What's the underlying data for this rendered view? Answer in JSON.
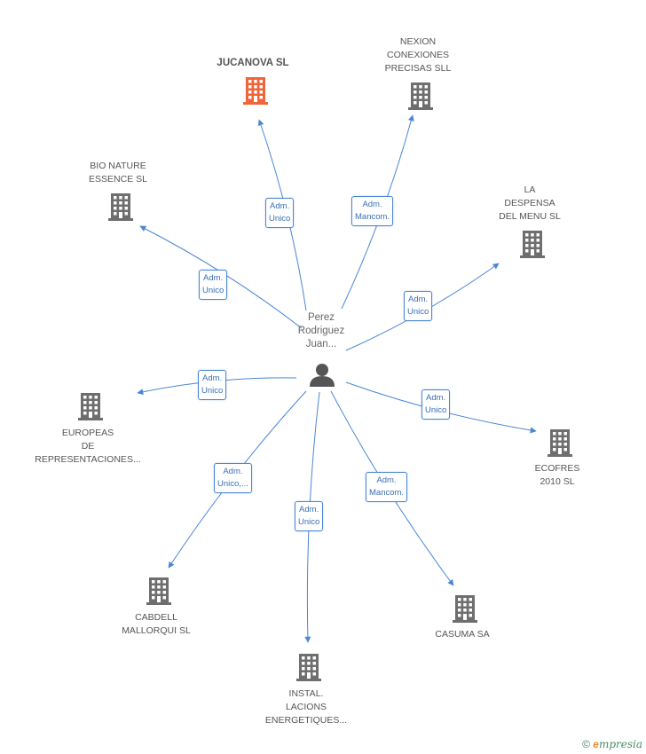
{
  "center": {
    "label": "Perez\nRodriguez\nJuan...",
    "icon": "person-icon",
    "color": "#555555"
  },
  "nodes": [
    {
      "id": "jucanova",
      "label": "JUCANOVA SL",
      "highlight": true,
      "color": "#f0643a",
      "icon": "building-icon",
      "edge_label": "Adm.\nUnico"
    },
    {
      "id": "nexion",
      "label": "NEXION\nCONEXIONES\nPRECISAS SLL",
      "highlight": false,
      "color": "#6e6e6e",
      "icon": "building-icon",
      "edge_label": "Adm.\nMancom."
    },
    {
      "id": "bionature",
      "label": "BIO NATURE\nESSENCE SL",
      "highlight": false,
      "color": "#6e6e6e",
      "icon": "building-icon",
      "edge_label": "Adm.\nUnico"
    },
    {
      "id": "despensa",
      "label": "LA\nDESPENSA\nDEL MENU SL",
      "highlight": false,
      "color": "#6e6e6e",
      "icon": "building-icon",
      "edge_label": "Adm.\nUnico"
    },
    {
      "id": "europeas",
      "label": "EUROPEAS\nDE\nREPRESENTACIONES...",
      "highlight": false,
      "color": "#6e6e6e",
      "icon": "building-icon",
      "edge_label": "Adm.\nUnico"
    },
    {
      "id": "ecofres",
      "label": "ECOFRES\n2010 SL",
      "highlight": false,
      "color": "#6e6e6e",
      "icon": "building-icon",
      "edge_label": "Adm.\nUnico"
    },
    {
      "id": "cabdell",
      "label": "CABDELL\nMALLORQUI SL",
      "highlight": false,
      "color": "#6e6e6e",
      "icon": "building-icon",
      "edge_label": "Adm.\nUnico,..."
    },
    {
      "id": "instal",
      "label": "INSTAL.\nLACIONS\nENERGETIQUES...",
      "highlight": false,
      "color": "#6e6e6e",
      "icon": "building-icon",
      "edge_label": "Adm.\nUnico"
    },
    {
      "id": "casuma",
      "label": "CASUMA SA",
      "highlight": false,
      "color": "#6e6e6e",
      "icon": "building-icon",
      "edge_label": "Adm.\nMancom."
    }
  ],
  "edge_color": "#4a86d4",
  "footer": {
    "copyright": "©",
    "brand_initial": "e",
    "brand_rest": "mpresia"
  }
}
